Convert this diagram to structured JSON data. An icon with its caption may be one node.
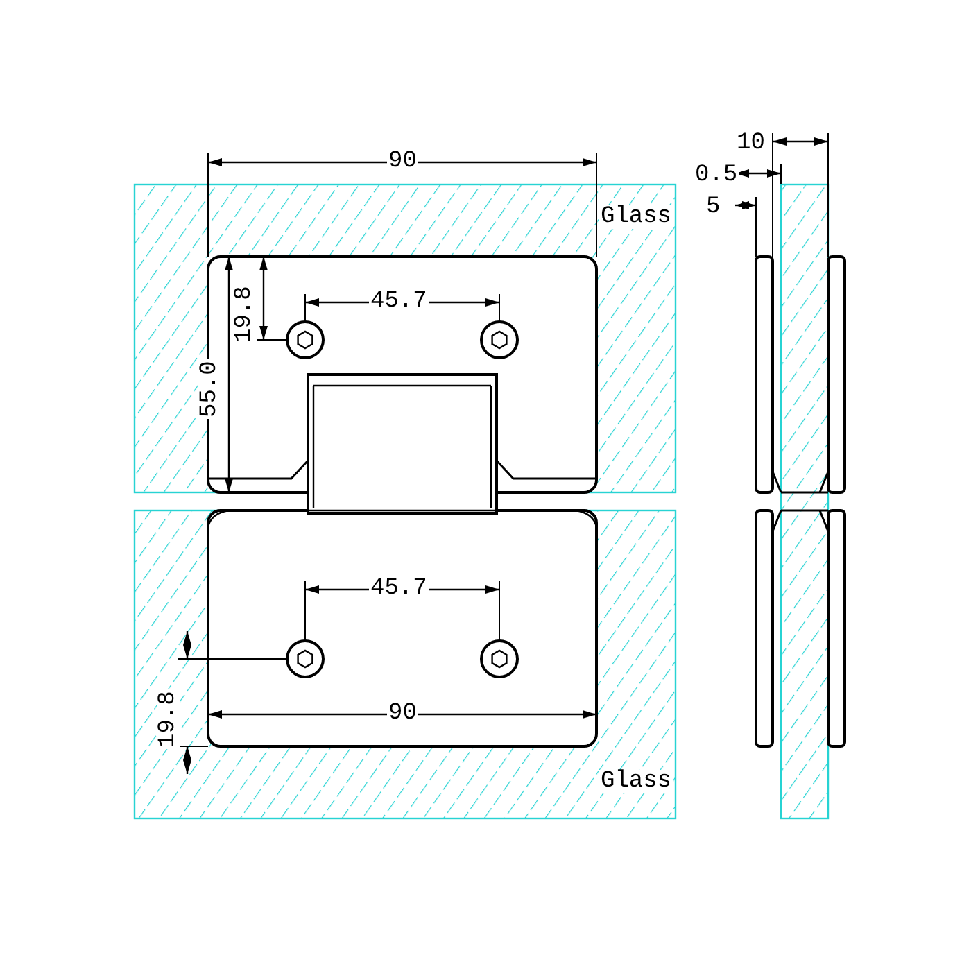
{
  "diagram": {
    "labels": [
      "10",
      "0.5",
      "90",
      "Glass",
      "5",
      "45.7",
      "55.0",
      "19.8",
      "45.7",
      "19.8",
      "90",
      "Glass"
    ]
  }
}
